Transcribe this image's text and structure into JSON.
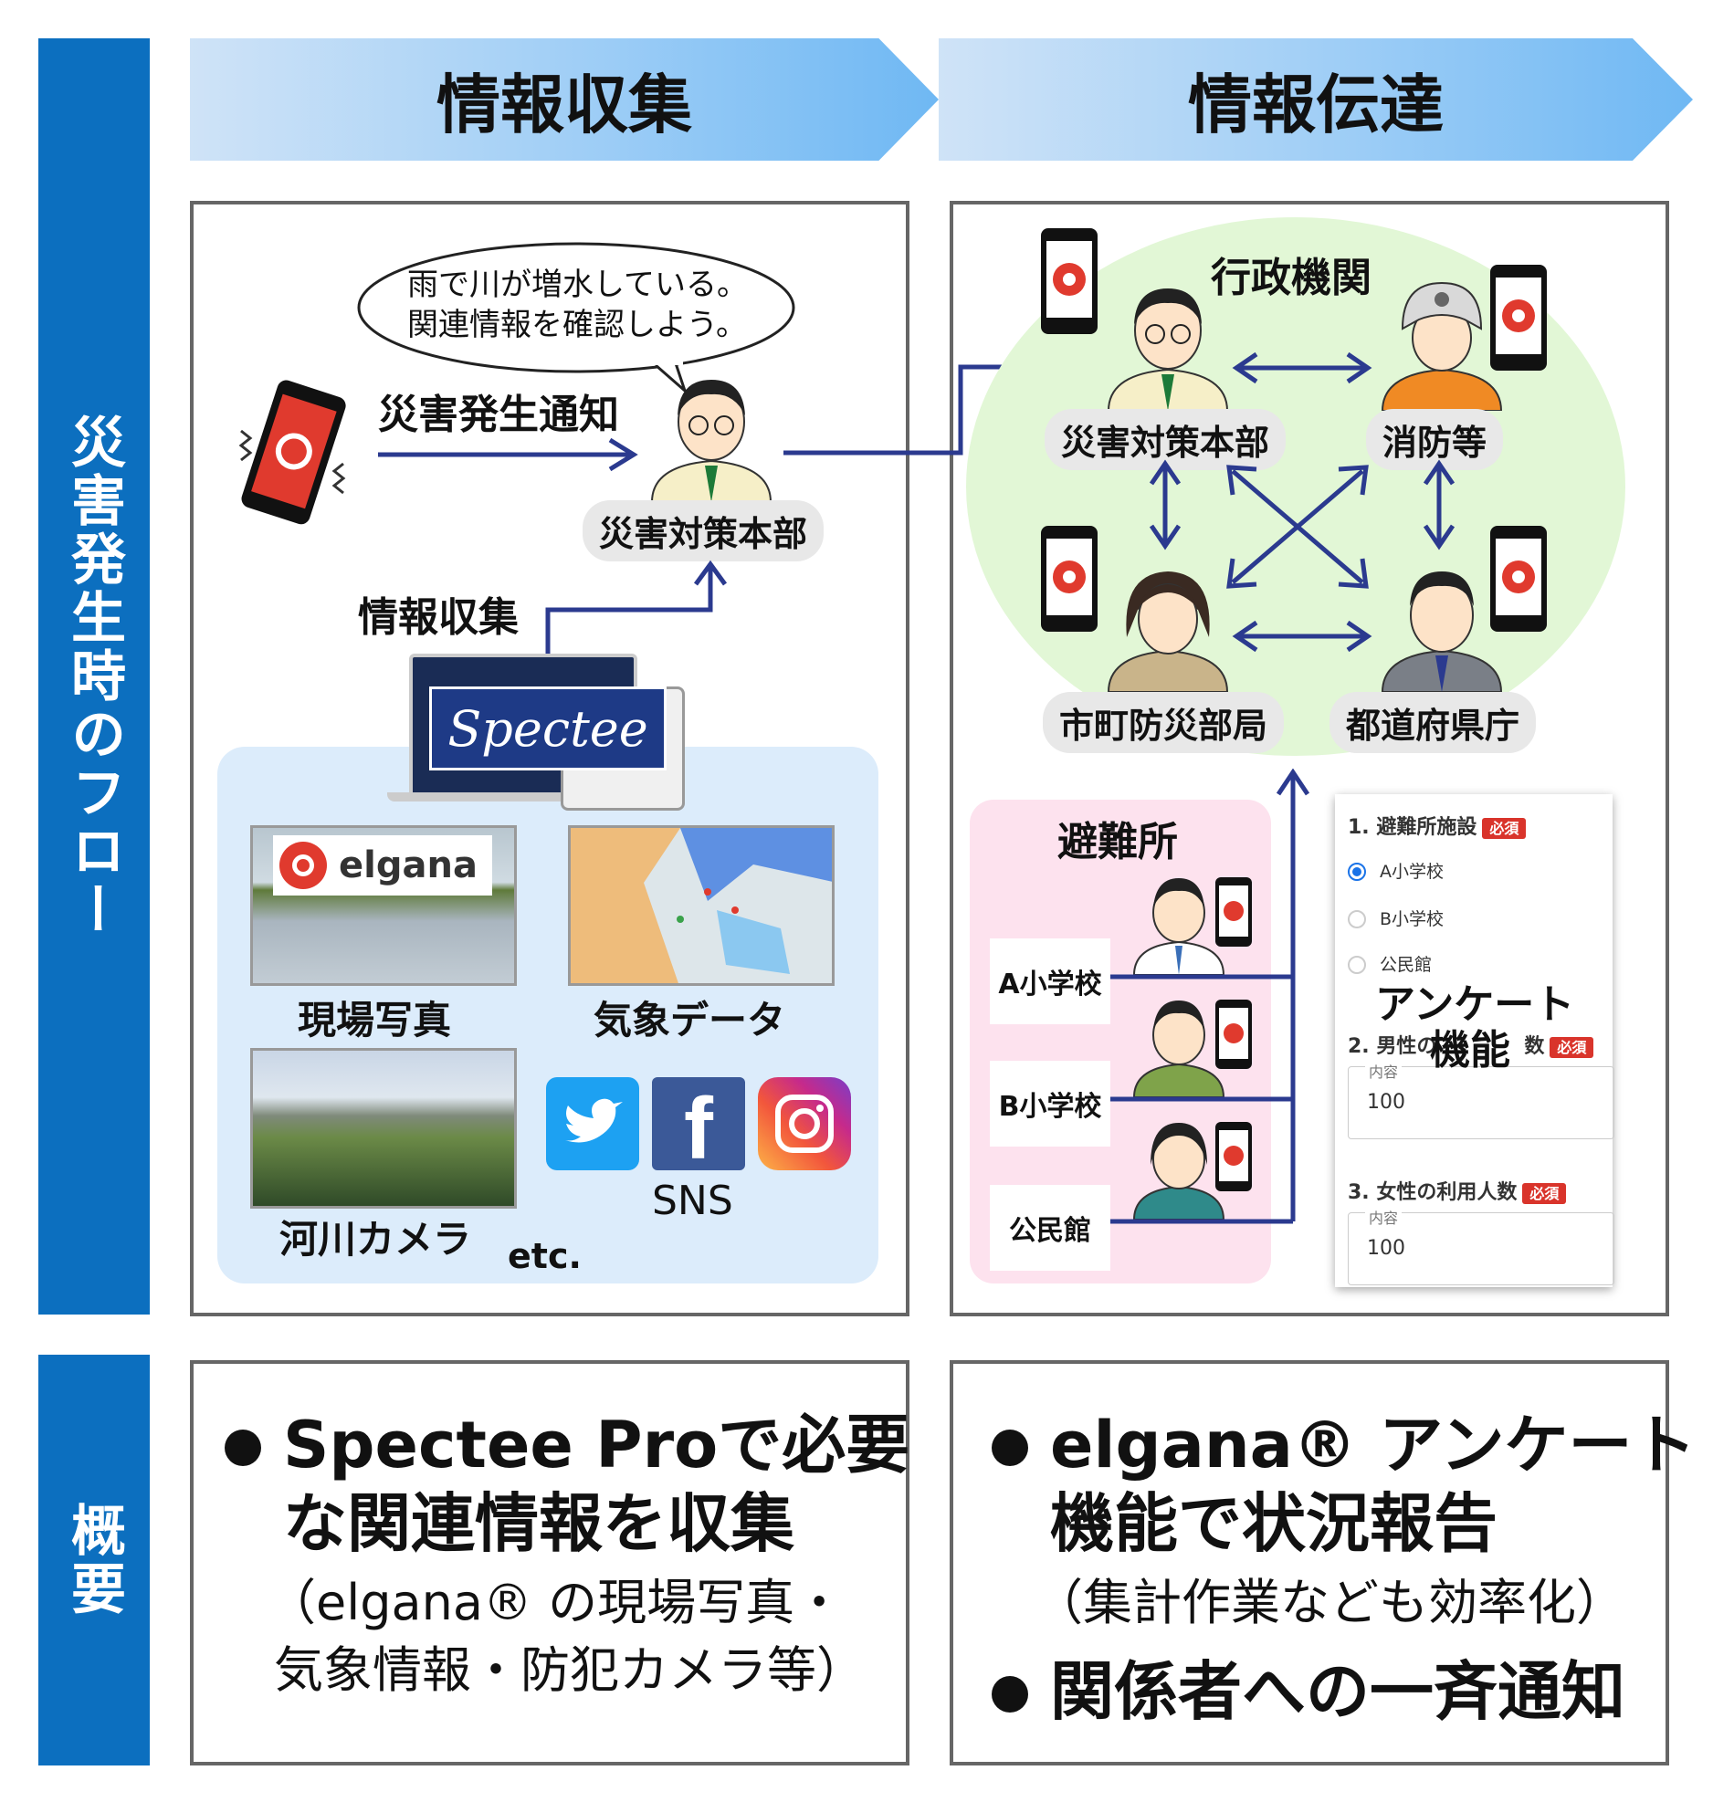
{
  "sidebar": {
    "flow_label": "災害発生時のフロー",
    "summary_label": "概要"
  },
  "banners": {
    "collect": "情報収集",
    "transmit": "情報伝達"
  },
  "left": {
    "speech_line1": "雨で川が増水している。",
    "speech_line2": "関連情報を確認しよう。",
    "notify_label": "災害発生通知",
    "hq_label": "災害対策本部",
    "collect_label": "情報収集",
    "spectee_logo": "Spectee",
    "elgana_logo": "elgana",
    "photo_caption": "現場写真",
    "weather_caption": "気象データ",
    "river_caption": "河川カメラ",
    "sns_caption": "SNS",
    "etc": "etc."
  },
  "right": {
    "gov_title": "行政機関",
    "hq": "災害対策本部",
    "fire": "消防等",
    "city": "市町防災部局",
    "pref": "都道府県庁",
    "shelter_title": "避難所",
    "shelters": [
      "A小学校",
      "B小学校",
      "公民館"
    ],
    "survey": {
      "q1": "1. 避難所施設",
      "req": "必須",
      "opt1": "A小学校",
      "opt2": "B小学校",
      "opt3": "公民館",
      "q2": "2. 男性の",
      "q2_tail": "数",
      "content": "内容",
      "val2": "100",
      "q3": "3. 女性の利用人数",
      "val3": "100",
      "overlay_line1": "アンケート",
      "overlay_line2": "機能"
    }
  },
  "summary": {
    "left_bullet_line1": "Spectee Proで必要",
    "left_bullet_line2": "な関連情報を収集",
    "left_sub_line1": "（elgana® の現場写真・",
    "left_sub_line2": "気象情報・防犯カメラ等）",
    "right_bullet1_line1": "elgana® アンケート",
    "right_bullet1_line2": "機能で状況報告",
    "right_sub": "（集計作業なども効率化）",
    "right_bullet2": "関係者への一斉通知"
  },
  "colors": {
    "sidebar": "#0c6fbf",
    "arrow": "#2b3a8f",
    "gov_circle": "#e2f7d6",
    "shelter_bg": "#fde2ee",
    "sources_bg": "#dcecfb",
    "app_red": "#e03a2e"
  }
}
